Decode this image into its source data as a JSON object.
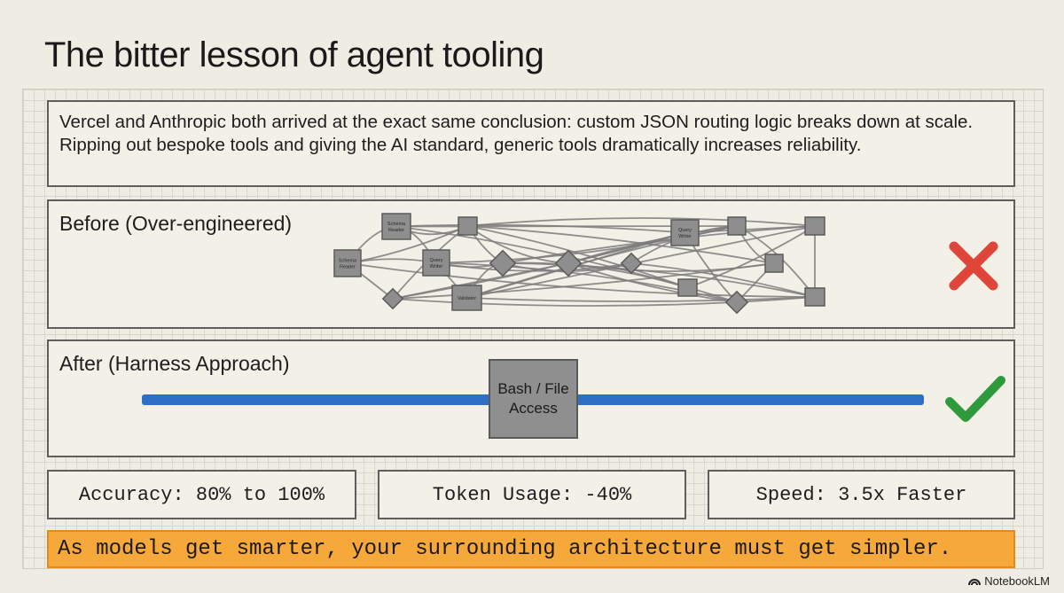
{
  "title": "The bitter lesson of agent tooling",
  "intro": "Vercel and Anthropic both arrived at the exact same conclusion: custom JSON routing logic breaks down at scale. Ripping out bespoke tools and giving the AI standard, generic tools dramatically increases reliability.",
  "before": {
    "label": "Before (Over-engineered)",
    "status_icon": "red-x-icon",
    "nodes": [
      "Schema Reader",
      "Schema Reader",
      "Query Writer",
      "Validator",
      "Query Writer"
    ]
  },
  "after": {
    "label": "After (Harness Approach)",
    "core": "Bash / File Access",
    "status_icon": "green-check-icon"
  },
  "stats": [
    "Accuracy: 80% to 100%",
    "Token Usage: -40%",
    "Speed: 3.5x Faster"
  ],
  "conclusion": "As models get smarter, your surrounding architecture must get simpler.",
  "brand": "NotebookLM",
  "colors": {
    "bar": "#2f6fc4",
    "cross": "#e0453a",
    "check": "#2f9a3c",
    "highlight": "#f6a93a"
  }
}
